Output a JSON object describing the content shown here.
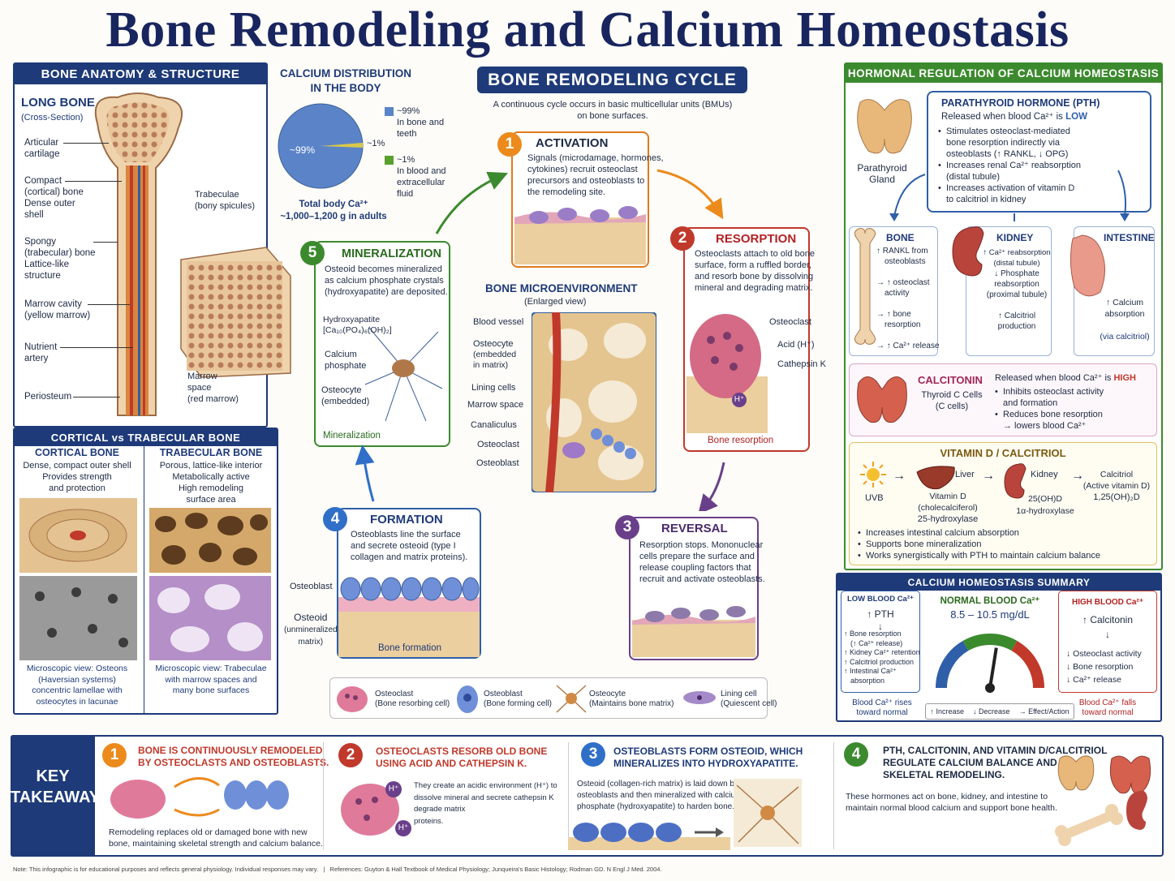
{
  "title": "Bone Remodeling and Calcium Homeostasis",
  "anatomy": {
    "header": "BONE ANATOMY & STRUCTURE",
    "long_bone": "LONG BONE",
    "cross_section": "(Cross-Section)",
    "labels": {
      "articular1": "Articular",
      "articular2": "cartilage",
      "compact1": "Compact",
      "compact2": "(cortical) bone",
      "compact3": "Dense outer",
      "compact4": "shell",
      "spongy1": "Spongy",
      "spongy2": "(trabecular) bone",
      "spongy3": "Lattice-like",
      "spongy4": "structure",
      "marrow1": "Marrow cavity",
      "marrow2": "(yellow marrow)",
      "nutrient1": "Nutrient",
      "nutrient2": "artery",
      "periosteum": "Periosteum",
      "trabeculae1": "Trabeculae",
      "trabeculae2": "(bony spicules)",
      "marrowspace1": "Marrow",
      "marrowspace2": "space",
      "marrowspace3": "(red marrow)"
    }
  },
  "distribution": {
    "title1": "CALCIUM DISTRIBUTION",
    "title2": "IN THE BODY",
    "pie_label": "~99%",
    "pie_small": "~1%",
    "legend": [
      {
        "pct": "~99%",
        "l1": "In bone and",
        "l2": "teeth",
        "color": "#5b84c8"
      },
      {
        "pct": "~1%",
        "l1": "In blood and",
        "l2": "extracellular",
        "l3": "fluid",
        "color": "#5aa02c"
      }
    ],
    "total1": "Total body Ca²⁺",
    "total2": "~1,000–1,200 g in adults"
  },
  "cycle": {
    "header": "BONE REMODELING CYCLE",
    "sub1": "A continuous cycle occurs in basic multicellular units (BMUs)",
    "sub2": "on bone surfaces.",
    "activation": {
      "num": "1",
      "title": "ACTIVATION",
      "d1": "Signals (microdamage, hormones,",
      "d2": "cytokines) recruit osteoclast",
      "d3": "precursors and osteoblasts to",
      "d4": "the remodeling site."
    },
    "resorption": {
      "num": "2",
      "title": "RESORPTION",
      "d1": "Osteoclasts attach to old bone",
      "d2": "surface, form a ruffled border,",
      "d3": "and resorb bone by dissolving",
      "d4": "mineral and degrading matrix.",
      "l1": "Osteoclast",
      "l2": "Acid (H⁺)",
      "l3": "Cathepsin K",
      "cap": "Bone resorption",
      "h": "H⁺"
    },
    "reversal": {
      "num": "3",
      "title": "REVERSAL",
      "d1": "Resorption stops. Mononuclear",
      "d2": "cells prepare the surface and",
      "d3": "release coupling factors that",
      "d4": "recruit and activate osteoblasts."
    },
    "formation": {
      "num": "4",
      "title": "FORMATION",
      "d1": "Osteoblasts line the surface",
      "d2": "and secrete osteoid (type I",
      "d3": "collagen and matrix proteins).",
      "l1": "Osteoblast",
      "l2": "Osteoid",
      "l3": "(unmineralized",
      "l4": "matrix)",
      "cap": "Bone formation"
    },
    "mineralization": {
      "num": "5",
      "title": "MINERALIZATION",
      "d1": "Osteoid becomes mineralized",
      "d2": "as calcium phosphate crystals",
      "d3": "(hydroxyapatite) are deposited.",
      "l1": "Hydroxyapatite",
      "l2": "[Ca₁₀(PO₄)₆(OH)₂]",
      "l3": "Calcium",
      "l4": "phosphate",
      "l5": "Osteocyte",
      "l6": "(embedded)",
      "cap": "Mineralization"
    },
    "micro": {
      "title": "BONE MICROENVIRONMENT",
      "sub": "(Enlarged view)",
      "labels": [
        "Blood vessel",
        "Osteocyte",
        "(embedded",
        "in matrix)",
        "Lining cells",
        "Marrow space",
        "Canaliculus",
        "Osteoclast",
        "Osteoblast"
      ]
    },
    "legend": [
      {
        "name": "Osteoclast",
        "desc": "(Bone resorbing cell)"
      },
      {
        "name": "Osteoblast",
        "desc": "(Bone forming cell)"
      },
      {
        "name": "Osteocyte",
        "desc": "(Maintains bone matrix)"
      },
      {
        "name": "Lining cell",
        "desc": "(Quiescent cell)"
      }
    ]
  },
  "cortical": {
    "header": "CORTICAL vs TRABECULAR BONE",
    "c_title": "CORTICAL BONE",
    "c1": "Dense, compact outer shell",
    "c2": "Provides strength",
    "c3": "and protection",
    "t_title": "TRABECULAR BONE",
    "t1": "Porous, lattice-like interior",
    "t2": "Metabolically active",
    "t3": "High remodeling",
    "t4": "surface area",
    "c_micro1": "Microscopic view: Osteons",
    "c_micro2": "(Haversian systems)",
    "c_micro3": "concentric lamellae with",
    "c_micro4": "osteocytes in lacunae",
    "t_micro1": "Microscopic view: Trabeculae",
    "t_micro2": "with marrow spaces and",
    "t_micro3": "many bone surfaces"
  },
  "hormonal": {
    "header": "HORMONAL REGULATION OF CALCIUM HOMEOSTASIS",
    "gland1": "Parathyroid",
    "gland2": "Gland",
    "pth": {
      "title": "PARATHYROID HORMONE (PTH)",
      "sub_a": "Released when blood Ca²⁺ is ",
      "sub_b": "LOW",
      "b1a": "Stimulates osteoclast-mediated",
      "b1b": "bone resorption indirectly via",
      "b1c": "osteoblasts (↑ RANKL, ↓ OPG)",
      "b2a": "Increases renal Ca²⁺ reabsorption",
      "b2b": "(distal tubule)",
      "b3a": "Increases activation of vitamin D",
      "b3b": "to calcitriol in kidney"
    },
    "bone": {
      "title": "BONE",
      "a1": "↑ RANKL from",
      "a2": "osteoblasts",
      "b1": "→ ↑ osteoclast",
      "b2": "activity",
      "c1": "→ ↑ bone",
      "c2": "resorption",
      "d1": "→ ↑ Ca²⁺ release"
    },
    "kidney": {
      "title": "KIDNEY",
      "a1": "↑ Ca²⁺ reabsorption",
      "a2": "(distal tubule)",
      "b1": "↓ Phosphate",
      "b2": "reabsorption",
      "b3": "(proximal tubule)",
      "c1": "↑ Calcitriol",
      "c2": "production"
    },
    "intestine": {
      "title": "INTESTINE",
      "a1": "↑ Calcium",
      "a2": "absorption",
      "a3": "(via calcitriol)"
    },
    "calcitonin": {
      "title": "CALCITONIN",
      "src1": "Thyroid C Cells",
      "src2": "(C cells)",
      "rel_a": "Released when blood Ca²⁺ is ",
      "rel_b": "HIGH",
      "b1a": "Inhibits osteoclast activity",
      "b1b": "and formation",
      "b2a": "Reduces bone resorption",
      "b2b": "→ lowers blood Ca²⁺"
    },
    "vitd": {
      "title": "VITAMIN D / CALCITRIOL",
      "uvb": "UVB",
      "liver": "Liver",
      "kidney": "Kidney",
      "vd1": "Vitamin D",
      "vd2": "(cholecalciferol)",
      "vd3": "25-hydroxylase",
      "oh": "25(OH)D",
      "alpha": "1α-hydroxylase",
      "cal1": "Calcitriol",
      "cal2": "(Active vitamin D)",
      "cal3": "1,25(OH)₂D",
      "b1": "Increases intestinal calcium absorption",
      "b2": "Supports bone mineralization",
      "b3": "Works synergistically with PTH to maintain calcium balance"
    }
  },
  "summary": {
    "header": "CALCIUM HOMEOSTASIS SUMMARY",
    "low": {
      "title": "LOW BLOOD Ca²⁺",
      "hormone": "↑ PTH",
      "arrow": "↓",
      "i1": "↑ Bone resorption",
      "i1b": "(↑ Ca²⁺ release)",
      "i2": "↑ Kidney Ca²⁺ retention",
      "i3": "↑ Calcitriol production",
      "i4": "↑ Intestinal Ca²⁺",
      "i4b": "absorption",
      "f1": "Blood Ca²⁺ rises",
      "f2": "toward normal"
    },
    "normal": {
      "title": "NORMAL BLOOD Ca²⁺",
      "range": "8.5 – 10.5 mg/dL",
      "gauge_value": 0.55
    },
    "high": {
      "title": "HIGH BLOOD Ca²⁺",
      "hormone": "↑ Calcitonin",
      "arrow": "↓",
      "i1": "↓ Osteoclast activity",
      "i2": "↓ Bone resorption",
      "i3": "↓ Ca²⁺ release",
      "f1": "Blood Ca²⁺ falls",
      "f2": "toward normal"
    },
    "legend": [
      "↑ Increase",
      "↓ Decrease",
      "→ Effect/Action"
    ]
  },
  "takeaways": {
    "label1": "KEY",
    "label2": "TAKEAWAYS",
    "items": [
      {
        "num": "1",
        "t1": "BONE IS CONTINUOUSLY REMODELED",
        "t2": "BY OSTEOCLASTS AND OSTEOBLASTS.",
        "d1": "Remodeling replaces old or damaged bone with new",
        "d2": "bone, maintaining skeletal strength and calcium balance."
      },
      {
        "num": "2",
        "t1": "OSTEOCLASTS RESORB OLD BONE",
        "t2": "USING ACID AND CATHEPSIN K.",
        "d1": "They create an acidic environment (H⁺) to",
        "d2": "dissolve mineral and secrete cathepsin K",
        "d3": "degrade matrix",
        "d4": "proteins.",
        "h": "H⁺"
      },
      {
        "num": "3",
        "t1": "OSTEOBLASTS FORM OSTEOID, WHICH",
        "t2": "MINERALIZES INTO HYDROXYAPATITE.",
        "d1": "Osteoid (collagen-rich matrix) is laid down by",
        "d2": "osteoblasts and then mineralized with calcium",
        "d3": "phosphate (hydroxyapatite) to harden bone."
      },
      {
        "num": "4",
        "t1": "PTH, CALCITONIN, AND VITAMIN D/CALCITRIOL",
        "t2": "REGULATE CALCIUM BALANCE AND",
        "t3": "SKELETAL REMODELING.",
        "d1": "These hormones act on bone, kidney, and intestine to",
        "d2": "maintain normal blood calcium and support bone health."
      }
    ]
  },
  "footer": {
    "note": "Note: This infographic is for educational purposes and reflects general physiology. Individual responses may vary.",
    "sep": "|",
    "refs": "References: Guyton & Hall Textbook of Medical Physiology;   Junqueira's Basic Histology;   Rodman GD. N Engl J Med. 2004."
  }
}
